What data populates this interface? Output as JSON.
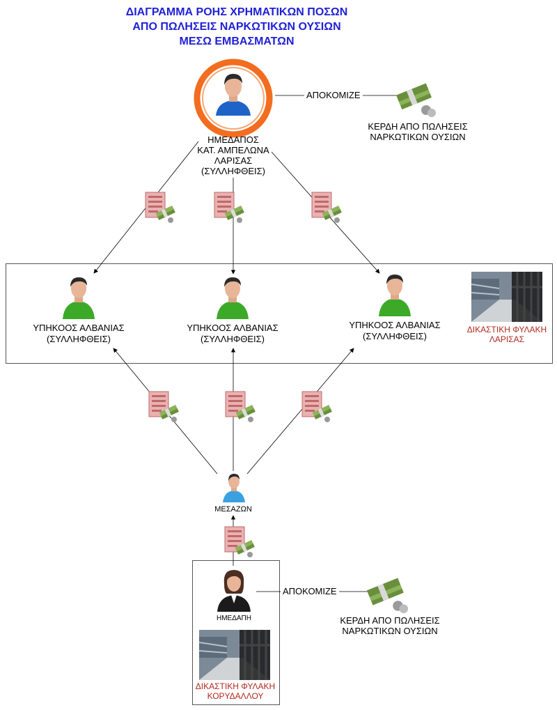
{
  "title": {
    "line1": "ΔΙΑΓΡΑΜΜΑ ΡΟΗΣ ΧΡΗΜΑΤΙΚΩΝ ΠΟΣΩΝ",
    "line2": "ΑΠΟ ΠΩΛΗΣΕΙΣ ΝΑΡΚΩΤΙΚΩΝ ΟΥΣΙΩΝ",
    "line3": "ΜΕΣΩ ΕΜΒΑΣΜΑΤΩΝ"
  },
  "top_person": {
    "line1": "ΗΜΕΔΑΠΟΣ",
    "line2": "ΚΑΤ. ΑΜΠΕΛΩΝΑ",
    "line3": "ΛΑΡΙΣΑΣ",
    "line4": "(ΣΥΛΛΗΦΘΕΙΣ)"
  },
  "collect_label": "ΑΠΟΚΟΜΙΖΕ",
  "profits": {
    "line1": "ΚΕΡΔΗ ΑΠΟ ΠΩΛΗΣΕΙΣ",
    "line2": "ΝΑΡΚΩΤΙΚΩΝ ΟΥΣΙΩΝ"
  },
  "albanians": [
    {
      "line1": "ΥΠΗΚΟΟΣ ΑΛΒΑΝΙΑΣ",
      "line2": "(ΣΥΛΛΗΦΘΕΙΣ)"
    },
    {
      "line1": "ΥΠΗΚΟΟΣ ΑΛΒΑΝΙΑΣ",
      "line2": "(ΣΥΛΛΗΦΘΕΙΣ)"
    },
    {
      "line1": "ΥΠΗΚΟΟΣ ΑΛΒΑΝΙΑΣ",
      "line2": "(ΣΥΛΛΗΦΘΕΙΣ)"
    }
  ],
  "prison_larisa": {
    "line1": "ΔΙΚΑΣΤΙΚΗ ΦΥΛΑΚΗ",
    "line2": "ΛΑΡΙΣΑΣ"
  },
  "intermediary": "ΜΕΣΑΖΩΝ",
  "woman": "ΗΜΕΔΑΠΗ",
  "prison_korydallos": {
    "line1": "ΔΙΚΑΣΤΙΚΗ ΦΥΛΑΚΗ",
    "line2": "ΚΟΡΥΔΑΛΛΟΥ"
  },
  "colors": {
    "title": "#1f1fd6",
    "prison_label": "#b0281c",
    "ring": "#f26d1f",
    "shirt_blue": "#1e64c8",
    "shirt_green": "#3caa28",
    "money": "#6a8f3c"
  },
  "icons": [
    "person-icon",
    "woman-icon",
    "money-stack-icon",
    "remittance-form-icon",
    "prison-photo-icon"
  ]
}
